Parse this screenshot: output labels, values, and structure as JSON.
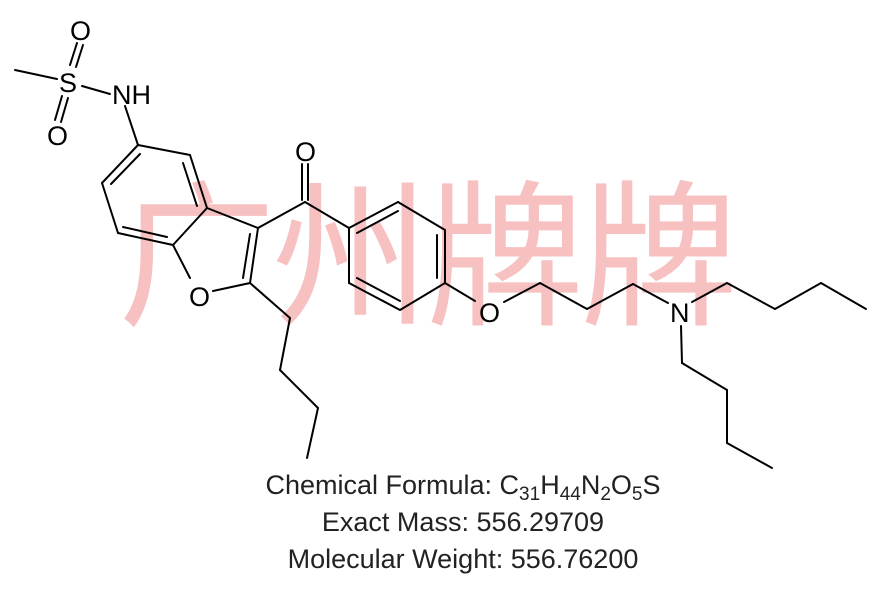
{
  "watermark": "广州牌牌",
  "atoms": {
    "s": "S",
    "o_top": "O",
    "o_bottom": "O",
    "nh": "NH",
    "o_carbonyl": "O",
    "o_furan": "O",
    "o_ether": "O",
    "n_amine": "N"
  },
  "info": {
    "formula_label": "Chemical Formula: ",
    "formula": {
      "c": "C",
      "c_n": "31",
      "h": "H",
      "h_n": "44",
      "n": "N",
      "n_n": "2",
      "o": "O",
      "o_n": "5",
      "s": "S"
    },
    "exact_mass": "Exact Mass: 556.29709",
    "molecular_weight": "Molecular Weight: 556.76200"
  }
}
